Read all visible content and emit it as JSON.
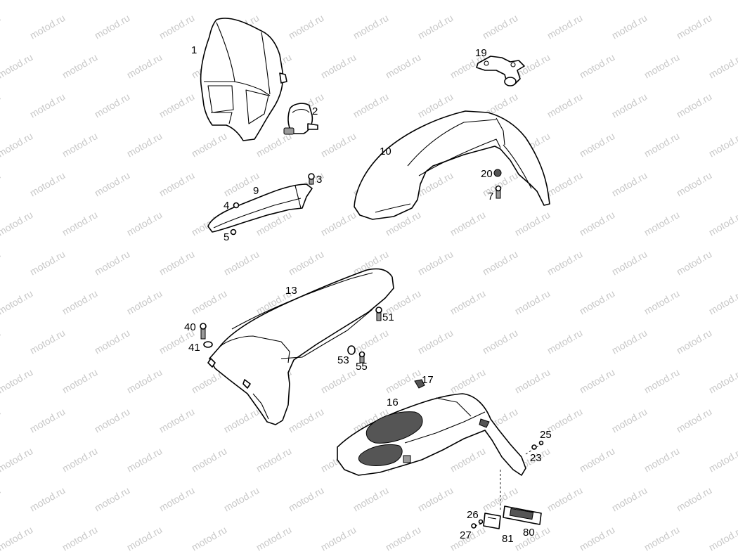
{
  "watermark": "motod.ru",
  "callouts": {
    "c1": "1",
    "c2": "2",
    "c3": "3",
    "c4": "4",
    "c5": "5",
    "c7": "7",
    "c9": "9",
    "c10": "10",
    "c13": "13",
    "c16": "16",
    "c17": "17",
    "c19": "19",
    "c20": "20",
    "c23": "23",
    "c25": "25",
    "c26": "26",
    "c27": "27",
    "c40": "40",
    "c41": "41",
    "c51": "51",
    "c53": "53",
    "c55": "55",
    "c80": "80",
    "c81": "81"
  }
}
